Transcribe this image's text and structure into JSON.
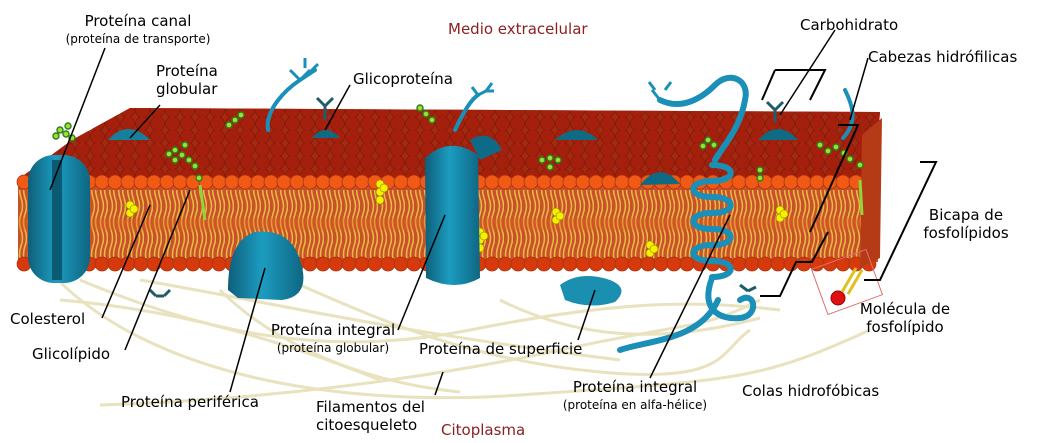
{
  "regions": {
    "extracellular": "Medio extracelular",
    "cytoplasm": "Citoplasma"
  },
  "labels": {
    "channel_protein": "Proteína canal",
    "channel_protein_note": "(proteína de transporte)",
    "globular_protein_line1": "Proteína",
    "globular_protein_line2": "globular",
    "glycoprotein": "Glicoproteína",
    "carbohydrate": "Carbohidrato",
    "hydrophilic_heads": "Cabezas hidrófilicas",
    "bilayer_line1": "Bicapa de",
    "bilayer_line2": "fosfolípidos",
    "phospholipid_line1": "Molécula de",
    "phospholipid_line2": "fosfolípido",
    "hydrophobic_tails": "Colas hidrofóbicas",
    "integral_helix": "Proteína integral",
    "integral_helix_note": "(proteína en alfa-hélice)",
    "surface_protein": "Proteína de superficie",
    "integral_globular": "Proteína integral",
    "integral_globular_note": "(proteína globular)",
    "cytoskeleton_line1": "Filamentos del",
    "cytoskeleton_line2": "citoesqueleto",
    "peripheral_protein": "Proteína periférica",
    "glycolipid": "Glicolípido",
    "cholesterol": "Colesterol"
  },
  "colors": {
    "head_red": "#d63a0c",
    "head_orange": "#f05a14",
    "tail_yellow": "#f2c14a",
    "protein_blue": "#1a8fb0",
    "protein_dark": "#0c6a86",
    "sugar_green": "#9be22e",
    "cholesterol_yellow": "#f5f000",
    "filament": "#ece6c4",
    "region_text": "#8b2020"
  }
}
